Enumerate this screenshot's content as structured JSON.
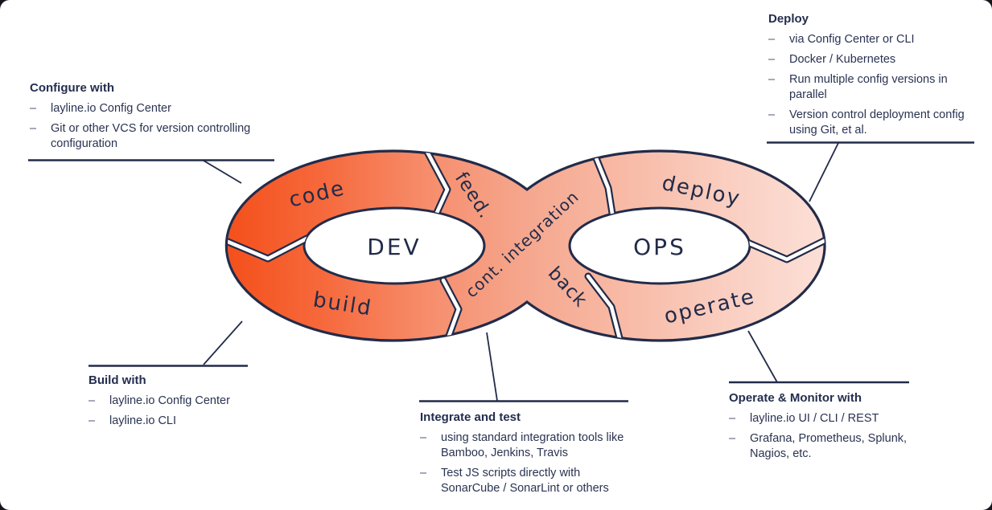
{
  "diagram": {
    "left_loop_label": "DEV",
    "right_loop_label": "OPS",
    "segments": {
      "code": "code",
      "build": "build",
      "feed": "feed.",
      "cont_integration": "cont. integration",
      "back": "back",
      "deploy": "deploy",
      "operate": "operate"
    },
    "colors": {
      "outline": "#222b49",
      "gradient": [
        "#f4501b",
        "#f6693c",
        "#f68e6d",
        "#f5a78e",
        "#f8bca8",
        "#fad0c3",
        "#fcdfd7"
      ]
    }
  },
  "callouts": {
    "configure": {
      "title": "Configure with",
      "items": [
        "layline.io Config Center",
        "Git or other VCS for version controlling configuration"
      ]
    },
    "deploy": {
      "title": "Deploy",
      "items": [
        "via Config Center or CLI",
        "Docker / Kubernetes",
        "Run multiple config versions in parallel",
        "Version control deployment config using Git, et al."
      ]
    },
    "build": {
      "title": "Build with",
      "items": [
        "layline.io Config Center",
        "layline.io CLI"
      ]
    },
    "integrate": {
      "title": "Integrate and test",
      "items": [
        "using standard integration tools like Bamboo, Jenkins, Travis",
        "Test JS scripts directly with SonarCube / SonarLint or others"
      ]
    },
    "operate": {
      "title": "Operate & Monitor with",
      "items": [
        "layline.io UI / CLI / REST",
        "Grafana, Prometheus, Splunk, Nagios, etc."
      ]
    }
  },
  "bullet": "–"
}
